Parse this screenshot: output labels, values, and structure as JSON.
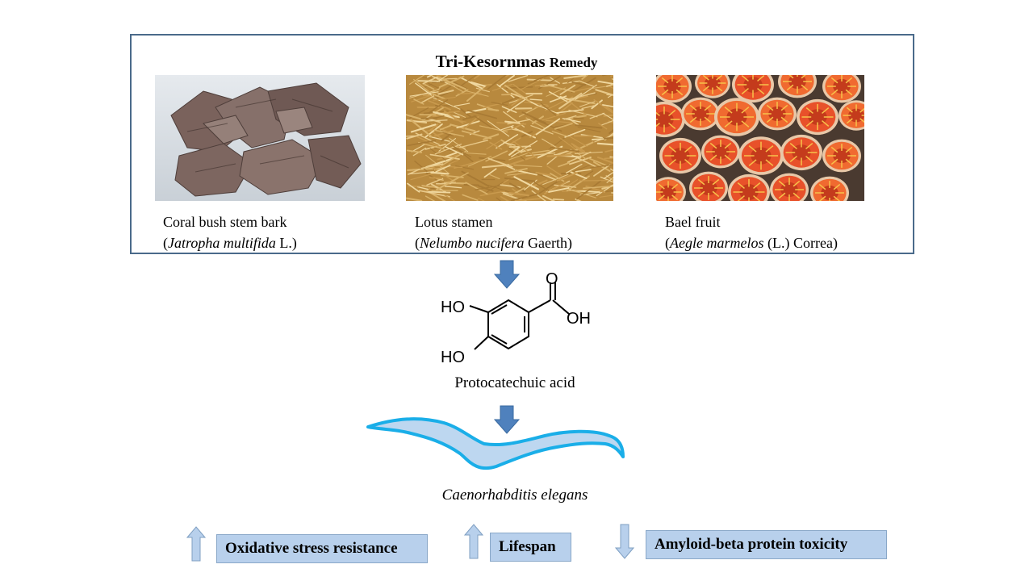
{
  "remedy": {
    "title_main": "Tri-Kesornmas",
    "title_suffix": "Remedy"
  },
  "ingredients": [
    {
      "common_name": "Coral bush stem bark",
      "latin_name": "Jatropha multifida",
      "authority": "L."
    },
    {
      "common_name": "Lotus stamen",
      "latin_name": "Nelumbo nucifera",
      "authority": "Gaerth"
    },
    {
      "common_name": "Bael fruit",
      "latin_name": "Aegle marmelos",
      "authority": "(L.) Correa"
    }
  ],
  "compound": {
    "name": "Protocatechuic acid",
    "labels": {
      "carbonyl_o": "O",
      "acid_oh": "OH",
      "ho_top": "HO",
      "ho_bottom": "HO"
    }
  },
  "organism": {
    "name": "Caenorhabditis elegans"
  },
  "effects": [
    {
      "label": "Oxidative stress resistance",
      "direction": "up"
    },
    {
      "label": "Lifespan",
      "direction": "up"
    },
    {
      "label": "Amyloid-beta protein toxicity",
      "direction": "down"
    }
  ],
  "colors": {
    "box_border": "#4a6a8a",
    "arrow_blue": "#4f81bd",
    "light_arrow": "#b8d0ec",
    "worm_outline": "#1aaee8",
    "worm_fill": "#bdd7f0",
    "effect_fill": "#b8d0ec"
  }
}
